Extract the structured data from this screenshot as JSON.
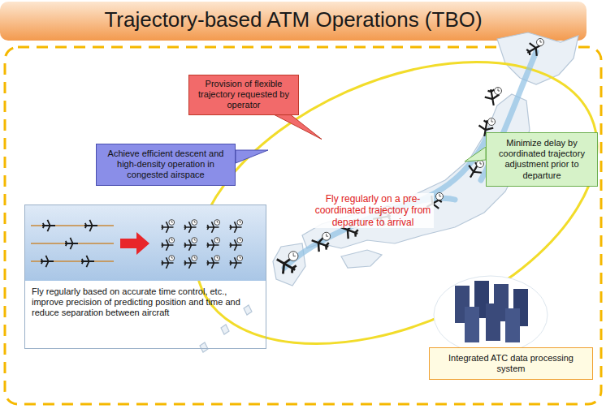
{
  "diagram": {
    "title": "Trajectory-based ATM Operations (TBO)",
    "nodes": [
      {
        "text": [
          "Provision of flexible trajectory requested by operator"
        ]
      },
      {
        "text": [
          "Minimize delay by coordinated trajectory adjustment prior to departure"
        ]
      },
      {
        "text": [
          "Achieve efficient descent and high-density operation in congested airspace"
        ]
      },
      {
        "text": [
          "Fly regularly based on accurate time control, etc., improve precision of predicting position and time and reduce separation between aircraft"
        ]
      },
      {
        "text": [
          "Integrated ATC data processing system"
        ]
      }
    ],
    "labels": [
      "Fly regularly on a pre-coordinated trajectory from departure to arrival"
    ]
  }
}
